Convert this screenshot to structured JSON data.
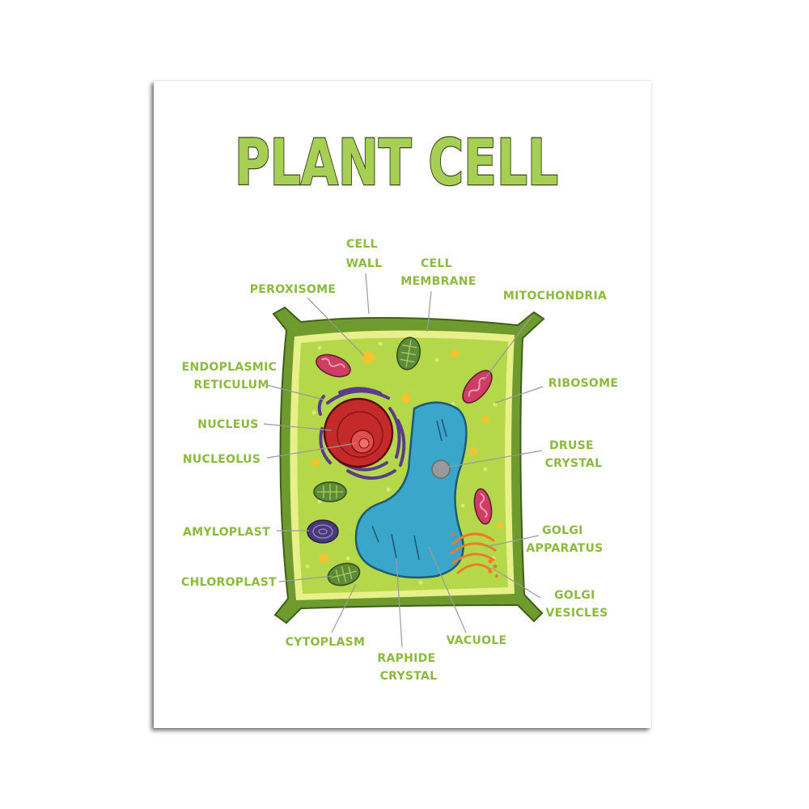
{
  "poster": {
    "title": "PLANT CELL"
  },
  "colors": {
    "title_fill": "#a8cf55",
    "title_outline": "#3a4a1a",
    "label_green": "#8cba3e",
    "cell_wall": "#6f9a2e",
    "cytoplasm": "#b5d84a",
    "membrane": "#e8f08a",
    "vacuole": "#3aa6c9",
    "nucleus": "#c42a2a",
    "er_purple": "#5b3c8a",
    "mitochondria": "#cf3d64",
    "chloroplast": "#5e8b3a",
    "golgi": "#ee7a2a",
    "peroxisome": "#f2c330",
    "amyloplast": "#4b3a7a",
    "druse_crystal": "#9a9a9a"
  },
  "labels": {
    "cell_wall": [
      "CELL",
      "WALL"
    ],
    "cell_membrane": [
      "CELL",
      "MEMBRANE"
    ],
    "peroxisome": [
      "PEROXISOME"
    ],
    "mitochondria": [
      "MITOCHONDRIA"
    ],
    "endoplasmic_reticulum": [
      "ENDOPLASMIC",
      "RETICULUM"
    ],
    "ribosome": [
      "RIBOSOME"
    ],
    "nucleus": [
      "NUCLEUS"
    ],
    "druse_crystal": [
      "DRUSE",
      "CRYSTAL"
    ],
    "nucleolus": [
      "NUCLEOLUS"
    ],
    "amyloplast": [
      "AMYLOPLAST"
    ],
    "golgi_apparatus": [
      "GOLGI",
      "APPARATUS"
    ],
    "chloroplast": [
      "CHLOROPLAST"
    ],
    "golgi_vesicles": [
      "GOLGI",
      "VESICLES"
    ],
    "cytoplasm": [
      "CYTOPLASM"
    ],
    "vacuole": [
      "VACUOLE"
    ],
    "raphide_crystal": [
      "RAPHIDE",
      "CRYSTAL"
    ]
  }
}
